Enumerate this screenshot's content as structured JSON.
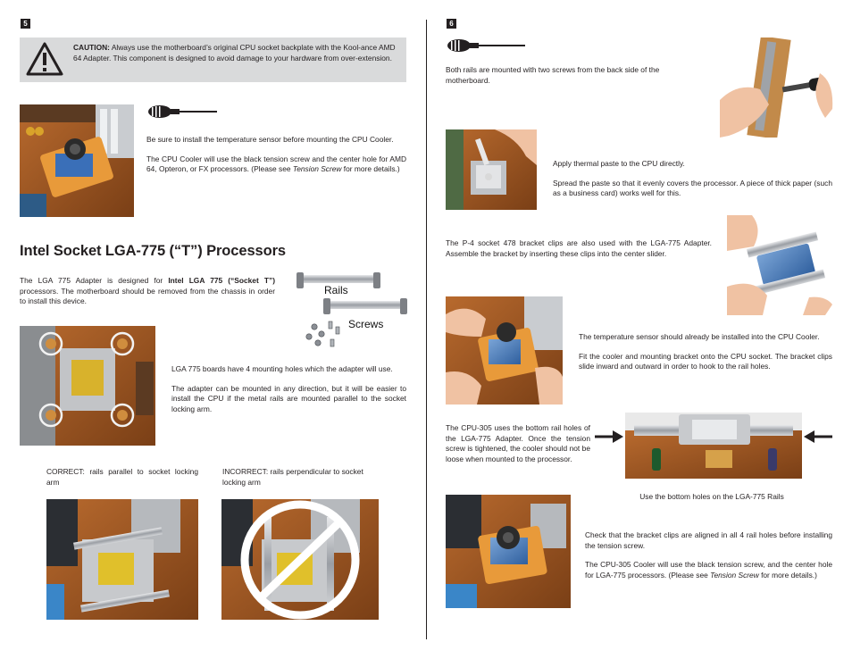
{
  "page_left": {
    "page_number": "5",
    "caution": {
      "label": "CAUTION:",
      "text": " Always use the motherboard’s original CPU socket backplate with the Kool-ance AMD 64 Adapter. This component is designed to avoid damage to your hardware from over-extension."
    },
    "tip1": {
      "p1": "Be sure to install the temperature sensor before mounting the CPU Cooler.",
      "p2_prefix": "The CPU Cooler will use the black tension screw and the center hole for AMD 64, Opteron, or FX processors. (Please see ",
      "p2_italic": "Tension Screw",
      "p2_suffix": " for more details.)"
    },
    "section_title": "Intel Socket LGA-775 (“T”) Processors",
    "intro": {
      "prefix": "The LGA 775 Adapter is designed for ",
      "bold": "Intel LGA 775 (“Socket T”)",
      "suffix": " processors. The motherboard should be removed from the chassis in order to install this device."
    },
    "parts_labels": {
      "rails": "Rails",
      "screws": "Screws"
    },
    "holes_text": {
      "p1": "LGA 775 boards have 4 mounting holes which the adapter will use.",
      "p2": "The adapter can be mounted in any direction, but it will be easier to install the CPU if the metal rails are mounted parallel to the socket locking arm."
    },
    "correct_caption": "CORRECT: rails parallel to socket locking arm",
    "incorrect_caption": "INCORRECT: rails perpendicular to socket locking arm"
  },
  "page_right": {
    "page_number": "6",
    "rails_text": "Both rails are mounted with two screws from the back side of the motherboard.",
    "paste_text": {
      "p1": "Apply thermal paste to the CPU directly.",
      "p2": "Spread the paste so that it evenly covers the processor. A piece of thick paper (such as a business card) works well for this."
    },
    "clips_text": "The P-4 socket 478 bracket clips are also used with the LGA-775 Adapter. Assemble the bracket by inserting these clips into the center slider.",
    "sensor_text": {
      "p1": "The temperature sensor should already be installed into the CPU Cooler.",
      "p2": "Fit the cooler and mounting bracket onto the CPU socket. The bracket clips slide inward and outward in order to hook to the rail holes."
    },
    "cpu305_text": "The CPU-305 uses the bottom rail holes of the LGA-775 Adapter. Once the tension screw is tightened, the cooler should not be loose when mounted to the processor.",
    "bottom_holes_caption": "Use the bottom holes on the LGA-775 Rails",
    "final_text": {
      "p1": "Check that the bracket clips are aligned in all 4 rail holes before installing the tension screw.",
      "p2_prefix": "The CPU-305 Cooler will use the black tension screw, and the center hole for LGA-775 processors. (Please see ",
      "p2_italic": "Tension Screw",
      "p2_suffix": " for more details.)"
    }
  }
}
